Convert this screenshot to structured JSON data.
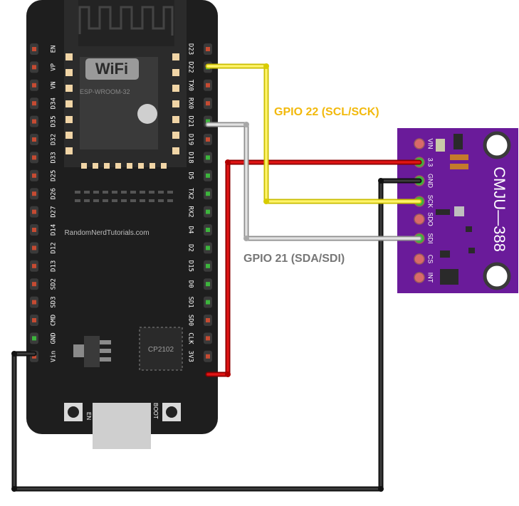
{
  "board": {
    "wifi_logo": "WiFi",
    "module_name": "ESP-WROOM-32",
    "brand_text": "RandomNerdTutorials.com",
    "usb_chip": "CP2102",
    "button_en": "EN",
    "button_boot": "BOOT",
    "left_pins": [
      "EN",
      "VP",
      "VN",
      "D34",
      "D35",
      "D32",
      "D33",
      "D25",
      "D26",
      "D27",
      "D14",
      "D12",
      "D13",
      "SD2",
      "SD3",
      "CMD",
      "GND",
      "Vin"
    ],
    "right_pins": [
      "D23",
      "D22",
      "TX0",
      "RX0",
      "D21",
      "D19",
      "D18",
      "D5",
      "TX2",
      "RX2",
      "D4",
      "D2",
      "D15",
      "D0",
      "SD1",
      "SD0",
      "CLK",
      "3V3"
    ]
  },
  "sensor": {
    "name": "CMJU—388",
    "pins": [
      "VIN",
      "3.3",
      "GND",
      "SCK",
      "SDO",
      "SDI",
      "CS",
      "INT"
    ]
  },
  "annotations": {
    "scl": "GPIO 22 (SCL/SCK)",
    "sda": "GPIO 21 (SDA/SDI)"
  },
  "colors": {
    "board": "#1e1e1e",
    "sensor": "#6a1b9a",
    "wire_scl": "#f2ea13",
    "wire_sda": "#c8c8c8",
    "wire_power": "#d20f0f",
    "wire_ground": "#222222",
    "annot_scl": "#f2b90c",
    "annot_sda": "#777777"
  }
}
